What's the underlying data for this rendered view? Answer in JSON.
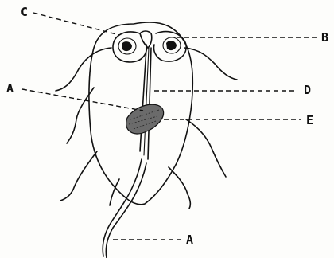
{
  "diagram": {
    "labels": {
      "c": "C",
      "b": "B",
      "d": "D",
      "a_side": "A",
      "e": "E",
      "a_bottom": "A"
    }
  }
}
